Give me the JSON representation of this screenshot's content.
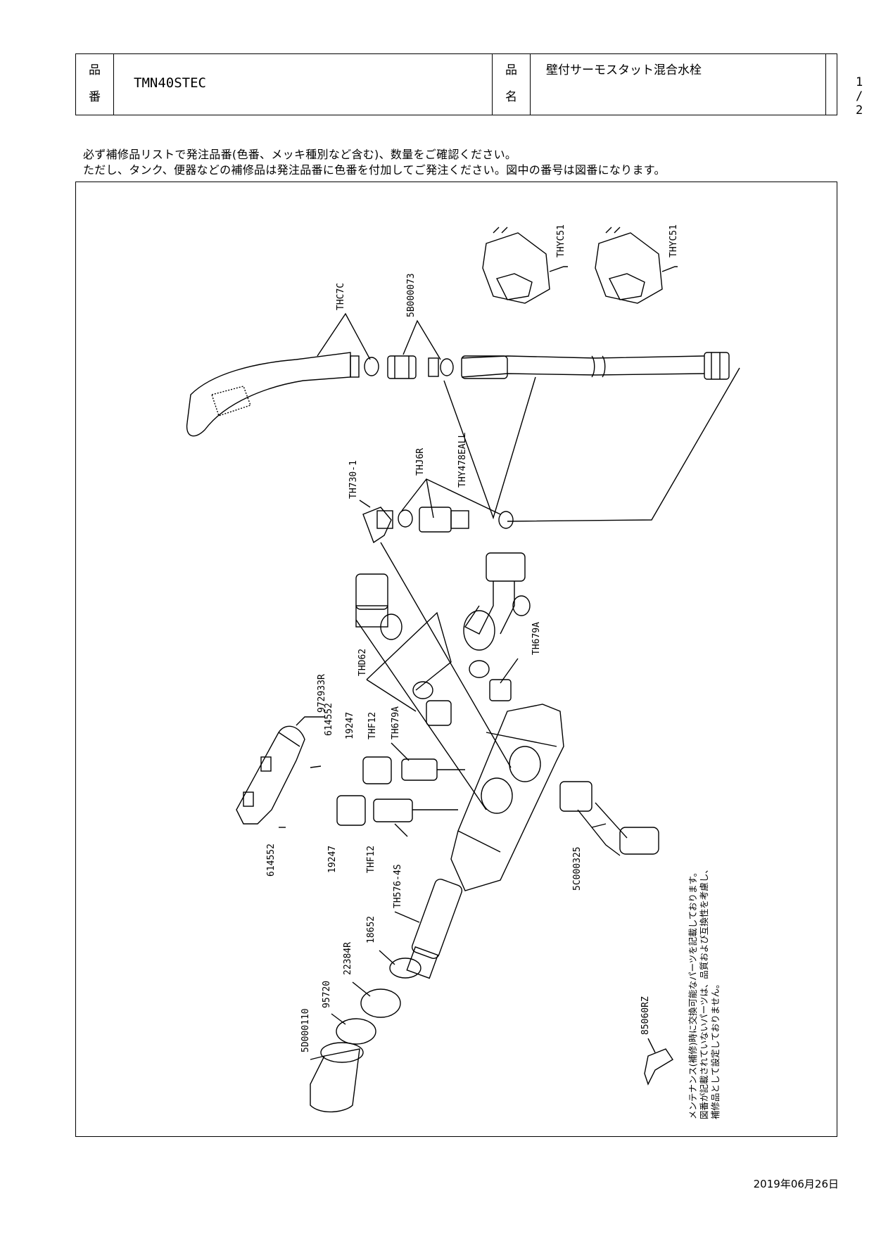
{
  "header": {
    "part_no_label_1": "品",
    "part_no_label_2": "番",
    "part_no": "TMN40STEC",
    "name_label_1": "品",
    "name_label_2": "名",
    "product_name": "壁付サーモスタット混合水栓",
    "page": "1 / 2"
  },
  "notes": {
    "line1": "必ず補修品リストで発注品番(色番、メッキ種別など含む)、数量をご確認ください。",
    "line2": "ただし、タンク、便器などの補修品は発注品番に色番を付加してご発注ください。図中の番号は図番になります。"
  },
  "diagram": {
    "labels": {
      "thyc51_a": "THYC51",
      "thyc51_b": "THYC51",
      "thc7c": "THC7C",
      "p5b000073": "5B000073",
      "thy478eall": "THY478EALL",
      "th730": "TH730-1",
      "thj6r": "THJ6R",
      "thd62": "THD62",
      "th679a_a": "TH679A",
      "th679a_b": "TH679A",
      "p972933r": "972933R",
      "p614552_a": "614552",
      "p614552_b": "614552",
      "p19247_a": "19247",
      "p19247_b": "19247",
      "thf12_a": "THF12",
      "thf12_b": "THF12",
      "th576": "TH576-4S",
      "p5c000325": "5C000325",
      "p18652": "18652",
      "p22384r": "22384R",
      "p95720": "95720",
      "p5d000110": "5D000110",
      "p85060rz": "85060RZ"
    },
    "remark": [
      "メンテナンス(補修)時に交換可能なパーツを記載しております。",
      "図番が記載されていないパーツは、品質および互換性を考慮し、",
      "補修品として設定しておりません。"
    ]
  },
  "footer": {
    "date": "2019年06月26日"
  }
}
